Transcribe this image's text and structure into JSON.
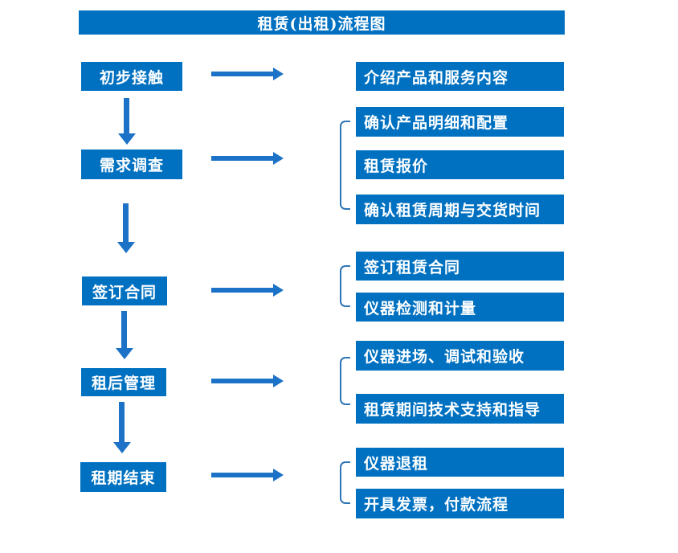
{
  "title": "租赁(出租)流程图",
  "colors": {
    "box_blue": "#0071C1",
    "arrow_blue": "#1B72C6",
    "bracket_blue": "#2E75B6",
    "text_white": "#FFFFFF",
    "background": "#FFFFFF"
  },
  "flow": [
    {
      "step": "初步接触",
      "details": [
        "介绍产品和服务内容"
      ]
    },
    {
      "step": "需求调查",
      "details": [
        "确认产品明细和配置",
        "租赁报价",
        "确认租赁周期与交货时间"
      ]
    },
    {
      "step": "签订合同",
      "details": [
        "签订租赁合同",
        "仪器检测和计量"
      ]
    },
    {
      "step": "租后管理",
      "details": [
        "仪器进场、调试和验收",
        "租赁期间技术支持和指导"
      ]
    },
    {
      "step": "租期结束",
      "details": [
        "仪器退租",
        "开具发票，付款流程"
      ]
    }
  ]
}
